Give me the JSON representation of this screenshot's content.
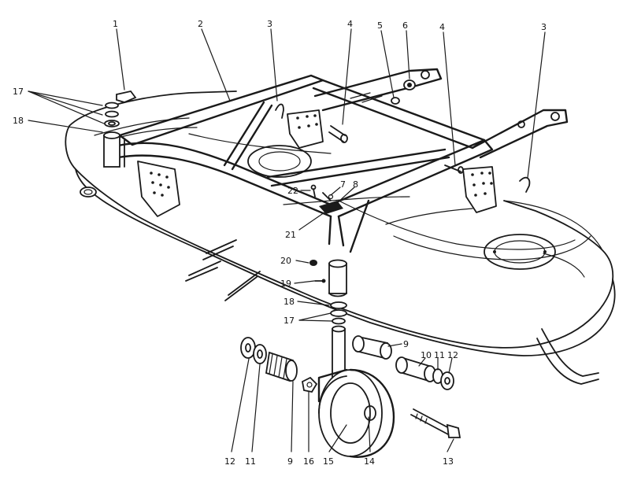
{
  "callouts": [
    {
      "id": "c1",
      "text": "1"
    },
    {
      "id": "c2",
      "text": "2"
    },
    {
      "id": "c3a",
      "text": "3"
    },
    {
      "id": "c4a",
      "text": "4"
    },
    {
      "id": "c5",
      "text": "5"
    },
    {
      "id": "c6",
      "text": "6"
    },
    {
      "id": "c4b",
      "text": "4"
    },
    {
      "id": "c3b",
      "text": "3"
    },
    {
      "id": "c17a",
      "text": "17"
    },
    {
      "id": "c18a",
      "text": "18"
    },
    {
      "id": "c22",
      "text": "22"
    },
    {
      "id": "c7",
      "text": "7"
    },
    {
      "id": "c8",
      "text": "8"
    },
    {
      "id": "c21",
      "text": "21"
    },
    {
      "id": "c20",
      "text": "20"
    },
    {
      "id": "c19",
      "text": "19"
    },
    {
      "id": "c18b",
      "text": "18"
    },
    {
      "id": "c17b",
      "text": "17"
    },
    {
      "id": "c9a",
      "text": "9"
    },
    {
      "id": "c10",
      "text": "10"
    },
    {
      "id": "c11a",
      "text": "11"
    },
    {
      "id": "c12a",
      "text": "12"
    },
    {
      "id": "c12b",
      "text": "12"
    },
    {
      "id": "c11b",
      "text": "11"
    },
    {
      "id": "c9b",
      "text": "9"
    },
    {
      "id": "c16",
      "text": "16"
    },
    {
      "id": "c15",
      "text": "15"
    },
    {
      "id": "c14",
      "text": "14"
    },
    {
      "id": "c13",
      "text": "13"
    }
  ]
}
